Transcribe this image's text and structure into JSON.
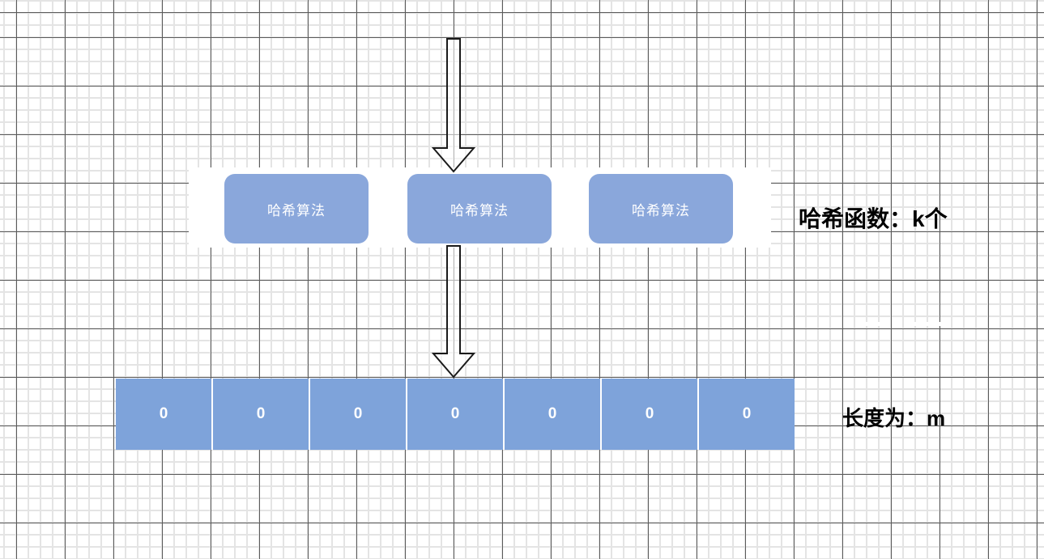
{
  "colors": {
    "grid_minor": "#e4e4e4",
    "grid_major": "#5b5b5b",
    "box_fill": "#8aa7db",
    "box_text": "#ffffff",
    "cell_fill": "#7ea3da",
    "cell_text": "#ffffff",
    "arrow_stroke": "#1a1a1a",
    "label_color": "#000000"
  },
  "hash_layer": {
    "boxes": [
      {
        "label": "哈希算法"
      },
      {
        "label": "哈希算法"
      },
      {
        "label": "哈希算法"
      }
    ],
    "side_label": "哈希函数：k个"
  },
  "bit_array": {
    "cells": [
      "0",
      "0",
      "0",
      "0",
      "0",
      "0",
      "0"
    ],
    "side_label": "长度为：m"
  },
  "icons": {
    "top_arrow": "down-arrow",
    "middle_arrow": "down-arrow"
  }
}
